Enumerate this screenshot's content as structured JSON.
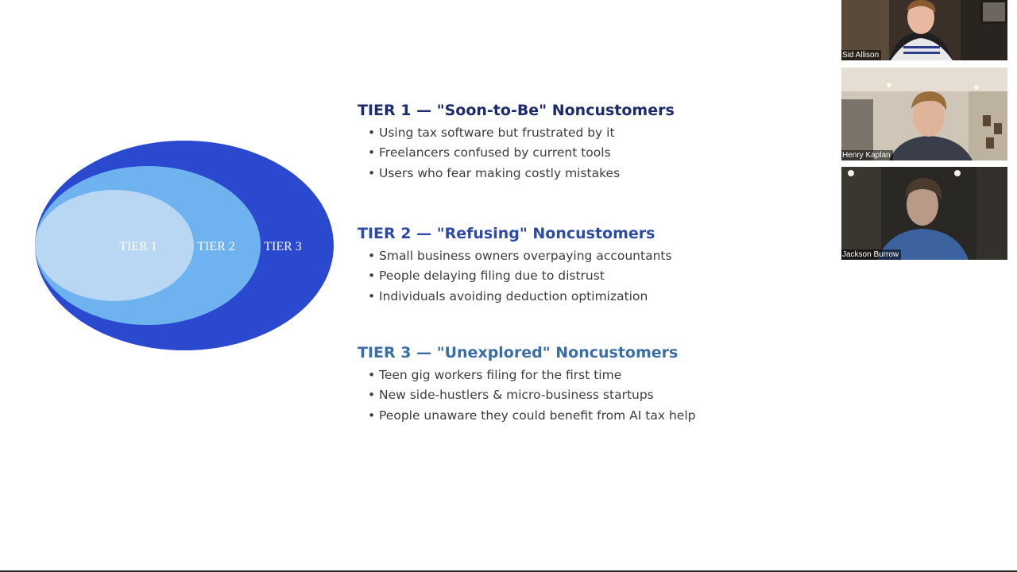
{
  "slide": {
    "diagram": {
      "labels": [
        "TIER 1",
        "TIER 2",
        "TIER 3"
      ],
      "colors": {
        "outer": "#2B49CF",
        "middle": "#6EB3F0",
        "inner": "#B9D7F2",
        "label": "#FFFFFF"
      }
    },
    "tiers": [
      {
        "heading": "TIER 1 — \"Soon-to-Be\" Noncustomers",
        "color": "#1C2A6E",
        "items": [
          "Using tax software but frustrated by it",
          "Freelancers confused by current tools",
          "Users who fear making costly mistakes"
        ]
      },
      {
        "heading": "TIER 2 — \"Refusing\" Noncustomers",
        "color": "#2D4BA6",
        "items": [
          "Small business owners overpaying accountants",
          "People delaying filing due to distrust",
          "Individuals avoiding deduction optimization"
        ]
      },
      {
        "heading": "TIER 3 — \"Unexplored\" Noncustomers",
        "color": "#3A6EA8",
        "items": [
          "Teen gig workers filing for the first time",
          "New side-hustlers & micro-business startups",
          "People unaware they could benefit from AI tax help"
        ]
      }
    ]
  },
  "participants": [
    {
      "name": "Sid Allison"
    },
    {
      "name": "Henry Kaplan"
    },
    {
      "name": "Jackson Burrow"
    }
  ],
  "icons": {
    "bullet": "•"
  }
}
